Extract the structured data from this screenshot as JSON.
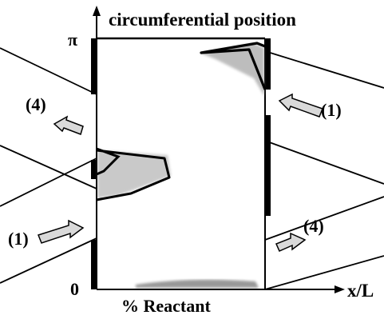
{
  "labels": {
    "title": "circumferential position",
    "pi": "π",
    "zero": "0",
    "xaxis": "x/L",
    "bottom": "% Reactant",
    "port_left_upper": "(4)",
    "port_left_lower": "(1)",
    "port_right_upper": "(1)",
    "port_right_lower": "(4)"
  },
  "colors": {
    "ink": "#000000",
    "arrow_fill": "#d9d9d9",
    "background": "#ffffff"
  },
  "icons": {
    "arrow": "hollow-block-arrow"
  }
}
